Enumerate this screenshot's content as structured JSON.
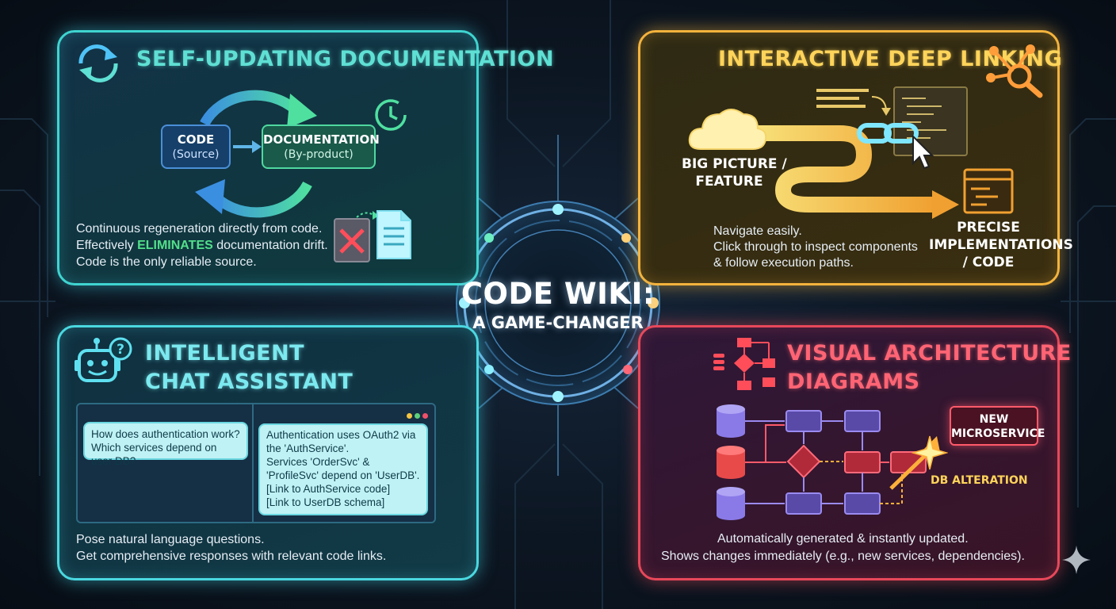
{
  "center": {
    "title_line1": "CODE WIKI:",
    "title_line2": "A GAME-CHANGER"
  },
  "panels": {
    "self_updating": {
      "title": "SELF-UPDATING DOCUMENTATION",
      "code_box": {
        "title": "CODE",
        "subtitle": "(Source)"
      },
      "doc_box": {
        "title": "DOCUMENTATION",
        "subtitle": "(By-product)"
      },
      "desc_line1": "Continuous regeneration directly from code.",
      "desc_line2_pre": "Effectively ",
      "desc_line2_accent": "ELIMINATES",
      "desc_line2_post": " documentation drift.",
      "desc_line3": "Code is the only reliable source.",
      "accent_color": "#3fd4d0"
    },
    "deep_linking": {
      "title": "INTERACTIVE DEEP LINKING",
      "big_picture_line1": "BIG PICTURE /",
      "big_picture_line2": "FEATURE",
      "precise_line1": "PRECISE",
      "precise_line2": "IMPLEMENTATIONS",
      "precise_line3": "/ CODE",
      "desc_line1": "Navigate easily.",
      "desc_line2": "Click through to inspect components",
      "desc_line3": "& follow execution paths.",
      "accent_color": "#f4b33c"
    },
    "chat_assistant": {
      "title_line1": "INTELLIGENT",
      "title_line2": "CHAT ASSISTANT",
      "question_line1": "How does authentication work?",
      "question_line2": "Which services depend on user DB?",
      "answer_lines": [
        "Authentication uses OAuth2 via",
        "the 'AuthService'.",
        "Services 'OrderSvc' &",
        "'ProfileSvc' depend on 'UserDB'.",
        "[Link to AuthService code]",
        "[Link to UserDB schema]"
      ],
      "desc_line1": "Pose natural language questions.",
      "desc_line2": "Get comprehensive responses with relevant code links.",
      "accent_color": "#4ad8e0"
    },
    "architecture": {
      "title_line1": "VISUAL ARCHITECTURE",
      "title_line2": "DIAGRAMS",
      "new_service_line1": "NEW",
      "new_service_line2": "MICROSERVICE",
      "db_alteration": "DB ALTERATION",
      "desc_line1": "Automatically generated & instantly updated.",
      "desc_line2": "Shows changes immediately (e.g., new services, dependencies).",
      "accent_color": "#e8485a"
    }
  },
  "icons": [
    "refresh-icon",
    "clock-icon",
    "document-icon",
    "network-search-icon",
    "cloud-icon",
    "link-icon",
    "cursor-icon",
    "chatbot-icon",
    "flowchart-icon",
    "sparkle-icon"
  ]
}
